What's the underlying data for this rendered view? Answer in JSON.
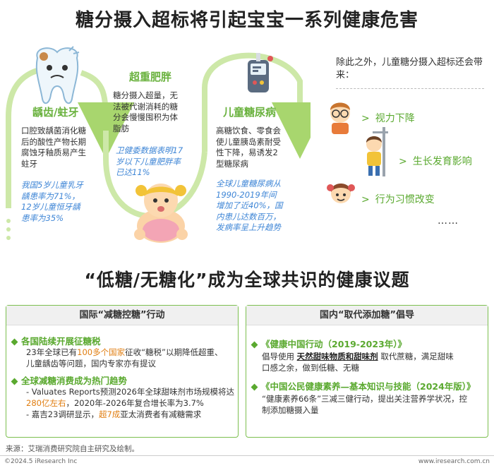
{
  "title_main": "糖分摄入超标将引起宝宝一系列健康危害",
  "title_second": "“低糖/无糖化”成为全球共识的健康议题",
  "harms": {
    "caries": {
      "title": "龋齿/蛀牙",
      "desc_lines": [
        "口腔致龋菌消化糖",
        "后的酸性产物长期",
        "腐蚀牙釉质易产生",
        "蛀牙"
      ],
      "stat_lines": [
        "我国5岁儿童乳牙",
        "龋患率为71%，",
        "12岁儿童恒牙龋",
        "患率为35%"
      ]
    },
    "obesity": {
      "title": "超重肥胖",
      "desc_lines": [
        "糖分摄入超量，无",
        "法被代谢消耗的糖",
        "分会慢慢囤积为体",
        "脂肪"
      ],
      "stat_lines": [
        "卫健委数据表明17",
        "岁以下儿童肥胖率",
        "已达11%"
      ]
    },
    "diabetes": {
      "title": "儿童糖尿病",
      "desc_lines": [
        "高糖饮食、零食会",
        "使儿童胰岛素耐受",
        "性下降，易诱发2",
        "型糖尿病"
      ],
      "stat_lines": [
        "全球儿童糖尿病从",
        "1990-2019年间",
        "增加了近40%，国",
        "内患儿达数百万，",
        "发病率呈上升趋势"
      ]
    }
  },
  "side": {
    "intro": "除此之外，儿童糖分摄入超标还会带来：",
    "effects": [
      "视力下降",
      "生长发育影响",
      "行为习惯改变"
    ],
    "more": "……"
  },
  "icons": {
    "arrow": "curved-arrow",
    "tooth": "tooth-icon",
    "meter": "glucose-meter-icon",
    "baby": "fat-baby-icon"
  },
  "colors": {
    "green": "#6ab23e",
    "blue": "#3f86d6",
    "orange": "#e07d10"
  },
  "intl": {
    "head": "国际“减糖控糖”行动",
    "item1_title": "各国陆续开展征糖税",
    "item1_text_a": "23年全球已有",
    "item1_text_hl": "100多个国家",
    "item1_text_b": "征收“糖税”以期降低超重、",
    "item1_text_c": "儿童龋齿等问题，国内专家亦有提议",
    "item2_title": "全球减糖消费成为热门趋势",
    "item2_l1": "- Valuates Reports预测2026年全球甜味剂市场规模将达",
    "item2_l2_hl": "280亿左右",
    "item2_l2_b": "，2020年-2026年复合增长率为3.7%",
    "item2_l3_a": "- 嘉吉23调研显示，",
    "item2_l3_hl": "超7成",
    "item2_l3_b": "亚太消费者有减糖需求"
  },
  "domestic": {
    "head": "国内“取代添加糖”倡导",
    "item1_title": "《健康中国行动（2019-2023年）》",
    "item1_a": "倡导使用",
    "item1_u": "天然甜味物质和甜味剂",
    "item1_b": "取代蔗糖，满足甜味",
    "item1_c": "口感之余，做到低糖、无糖",
    "item2_title": "《中国公民健康素养—基本知识与技能（2024年版）》",
    "item2_l1": "“健康素养66条”三减三健行动，提出关注营养学状况，控",
    "item2_l2": "制添加糖摄入量"
  },
  "footer": {
    "source": "来源：艾瑞消费研究院自主研究及绘制。",
    "copyright": "©2024.5 iResearch Inc",
    "site": "www.iresearch.com.cn"
  }
}
